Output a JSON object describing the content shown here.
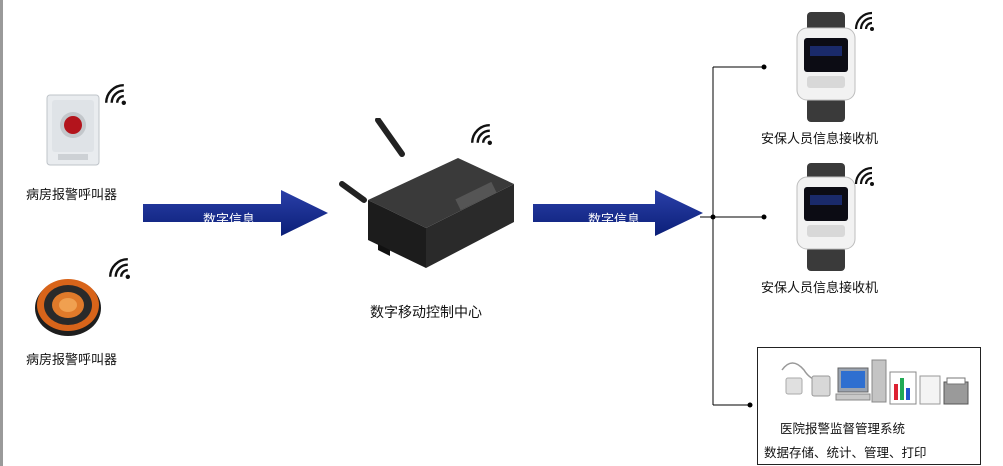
{
  "devices": {
    "caller_top": {
      "label": "病房报警呼叫器"
    },
    "caller_bottom": {
      "label": "病房报警呼叫器"
    },
    "center": {
      "label": "数字移动控制中心"
    },
    "receiver_top": {
      "label": "安保人员信息接收机"
    },
    "receiver_mid": {
      "label": "安保人员信息接收机"
    },
    "system": {
      "title": "医院报警监督管理系统",
      "subtitle": "数据存储、统计、管理、打印"
    }
  },
  "arrows": {
    "left": {
      "label": "数字信息"
    },
    "right": {
      "label": "数字信息"
    }
  },
  "colors": {
    "arrow": "#0b1f78",
    "arrow_light": "#2a3fa8",
    "line": "#000000"
  }
}
